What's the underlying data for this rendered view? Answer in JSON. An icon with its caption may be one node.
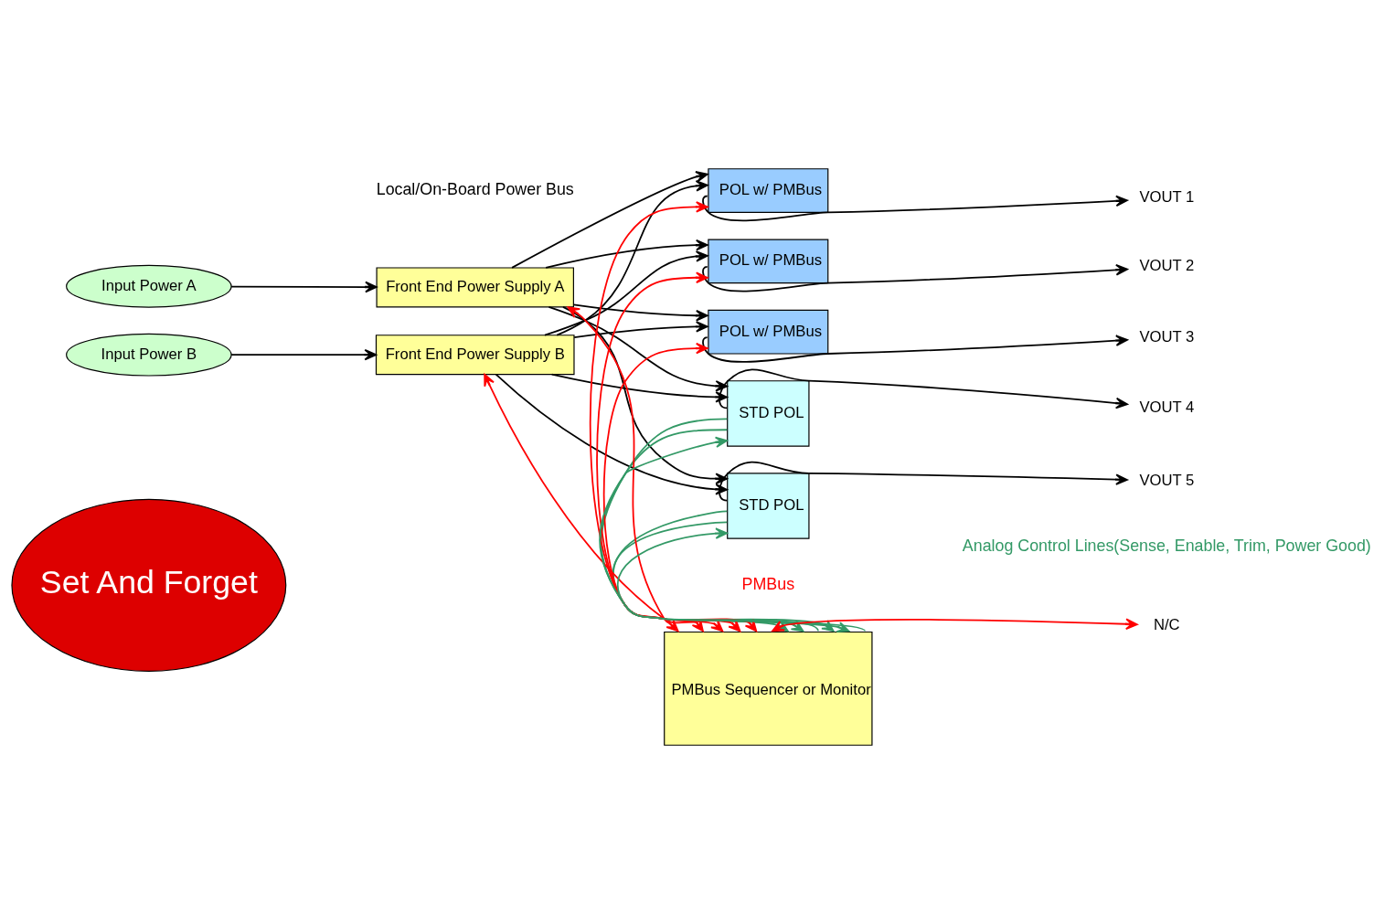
{
  "diagram": {
    "nodes": [
      {
        "text": [
          "Input Power A"
        ]
      },
      {
        "text": [
          "Input Power B"
        ]
      },
      {
        "text": [
          "Front End Power Supply A"
        ]
      },
      {
        "text": [
          "Front End Power Supply B"
        ]
      },
      {
        "text": [
          "POL w/ PMBus"
        ]
      },
      {
        "text": [
          "POL w/ PMBus"
        ]
      },
      {
        "text": [
          "POL w/ PMBus"
        ]
      },
      {
        "text": [
          "STD POL"
        ]
      },
      {
        "text": [
          "STD POL"
        ]
      },
      {
        "text": [
          "PMBus Sequencer or Monitor"
        ]
      },
      {
        "text": [
          "Set And Forget"
        ]
      },
      {
        "text": [
          "VOUT 1"
        ]
      },
      {
        "text": [
          "VOUT 2"
        ]
      },
      {
        "text": [
          "VOUT 3"
        ]
      },
      {
        "text": [
          "VOUT 4"
        ]
      },
      {
        "text": [
          "VOUT 5"
        ]
      },
      {
        "text": [
          "N/C"
        ]
      }
    ],
    "edges": [
      {
        "from": 0,
        "to": 2,
        "arrow": "to"
      },
      {
        "from": 1,
        "to": 3,
        "arrow": "to"
      },
      {
        "from": 2,
        "to": 4,
        "arrow": "to"
      },
      {
        "from": 2,
        "to": 5,
        "arrow": "to"
      },
      {
        "from": 2,
        "to": 6,
        "arrow": "to"
      },
      {
        "from": 2,
        "to": 7,
        "arrow": "to"
      },
      {
        "from": 2,
        "to": 8,
        "arrow": "to"
      },
      {
        "from": 3,
        "to": 4,
        "arrow": "to"
      },
      {
        "from": 3,
        "to": 5,
        "arrow": "to"
      },
      {
        "from": 3,
        "to": 6,
        "arrow": "to"
      },
      {
        "from": 3,
        "to": 7,
        "arrow": "to"
      },
      {
        "from": 3,
        "to": 8,
        "arrow": "to"
      },
      {
        "from": 4,
        "to": 11,
        "arrow": "to"
      },
      {
        "from": 5,
        "to": 12,
        "arrow": "to"
      },
      {
        "from": 6,
        "to": 13,
        "arrow": "to"
      },
      {
        "from": 7,
        "to": 14,
        "arrow": "to"
      },
      {
        "from": 8,
        "to": 15,
        "arrow": "to"
      },
      {
        "from": 9,
        "to": 2,
        "arrow": "both",
        "color": "#ff0000"
      },
      {
        "from": 9,
        "to": 3,
        "arrow": "both",
        "color": "#ff0000"
      },
      {
        "from": 9,
        "to": 4,
        "arrow": "both",
        "color": "#ff0000"
      },
      {
        "from": 9,
        "to": 5,
        "arrow": "both",
        "color": "#ff0000"
      },
      {
        "from": 9,
        "to": 6,
        "arrow": "both",
        "color": "#ff0000"
      },
      {
        "from": 9,
        "to": 16,
        "arrow": "both",
        "color": "#ff0000"
      },
      {
        "from": 7,
        "to": 9,
        "arrow": "to",
        "color": "#339966"
      },
      {
        "from": 7,
        "to": 9,
        "arrow": "to",
        "color": "#339966"
      },
      {
        "from": 9,
        "to": 7,
        "arrow": "to",
        "color": "#339966"
      },
      {
        "from": 8,
        "to": 9,
        "arrow": "to",
        "color": "#339966"
      },
      {
        "from": 8,
        "to": 9,
        "arrow": "to",
        "color": "#339966"
      },
      {
        "from": 9,
        "to": 8,
        "arrow": "to",
        "color": "#339966"
      }
    ],
    "labels": [
      "Local/On-Board Power Bus",
      "PMBus",
      "Analog Control Lines(Sense, Enable, Trim, Power Good)"
    ]
  }
}
